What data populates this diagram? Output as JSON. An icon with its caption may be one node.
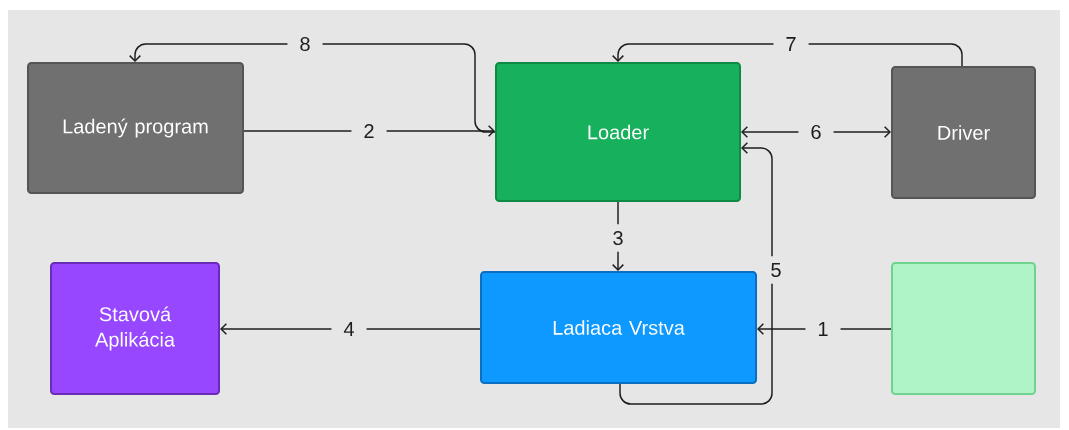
{
  "diagram": {
    "nodes": [
      {
        "text": [
          "Ladený program"
        ]
      },
      {
        "text": [
          "Loader"
        ]
      },
      {
        "text": [
          "Driver"
        ]
      },
      {
        "text": [
          "Stavová Aplikácia"
        ]
      },
      {
        "text": [
          "Ladiaca Vrstva"
        ]
      },
      {
        "text": [],
        "shape": "box"
      }
    ],
    "edges": [
      {
        "from": 5,
        "to": 4,
        "arrow": "to",
        "label": "1"
      },
      {
        "from": 0,
        "to": 1,
        "arrow": "to",
        "label": "2"
      },
      {
        "from": 1,
        "to": 4,
        "arrow": "to",
        "label": "3"
      },
      {
        "from": 4,
        "to": 3,
        "arrow": "to",
        "label": "4"
      },
      {
        "from": 4,
        "to": 1,
        "arrow": "to",
        "label": "5"
      },
      {
        "from": 1,
        "to": 2,
        "arrow": "both",
        "label": "6"
      },
      {
        "from": 2,
        "to": 1,
        "arrow": "to",
        "label": "7"
      },
      {
        "from": 1,
        "to": 0,
        "arrow": "to",
        "label": "8"
      }
    ]
  }
}
